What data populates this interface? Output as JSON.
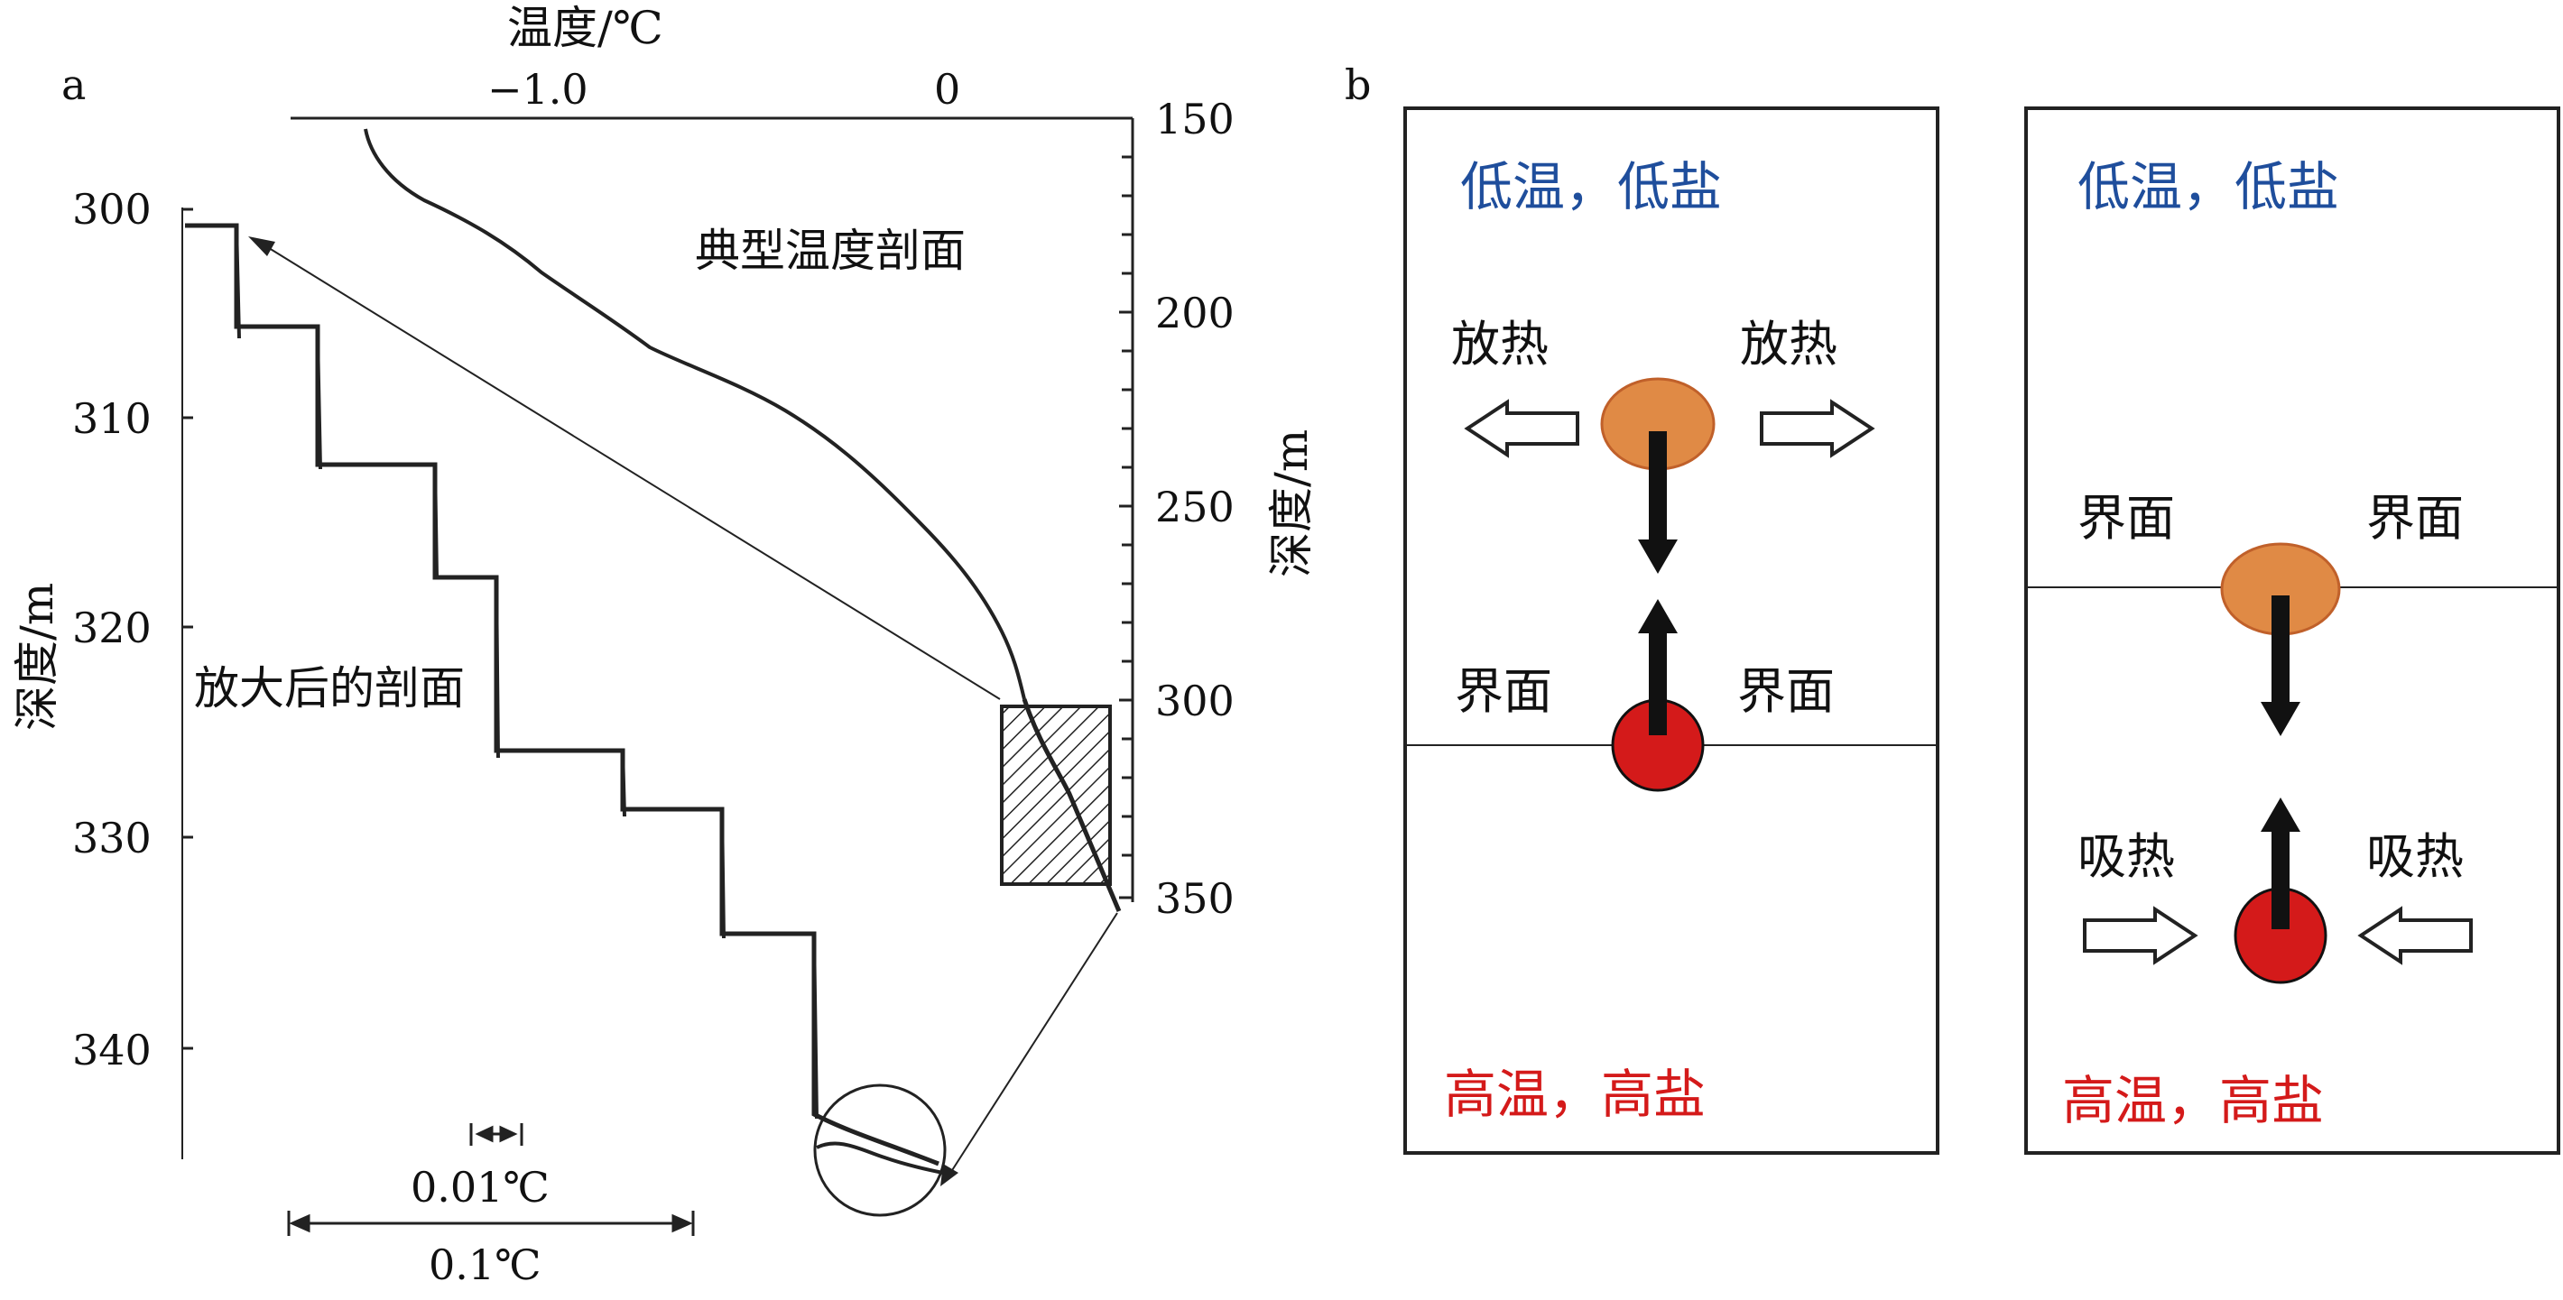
{
  "panel_a": {
    "label": "a",
    "top_axis_title": "温度/℃",
    "top_ticks": [
      "−1.0",
      "0"
    ],
    "left_axis_title": "深度/m",
    "left_ticks": [
      "300",
      "310",
      "320",
      "330",
      "340"
    ],
    "right_axis_title": "深度/m",
    "right_ticks": [
      "150",
      "200",
      "250",
      "300",
      "350"
    ],
    "typical_profile_label": "典型温度剖面",
    "zoomed_profile_label": "放大后的剖面",
    "scale_small": "0.01℃",
    "scale_large": "0.1℃"
  },
  "panel_b": {
    "label": "b",
    "left_box": {
      "top_text": "低温，低盐",
      "release_left": "放热",
      "release_right": "放热",
      "interface_left": "界面",
      "interface_right": "界面",
      "bottom_text": "高温，高盐"
    },
    "right_box": {
      "top_text": "低温，低盐",
      "interface_left": "界面",
      "interface_right": "界面",
      "absorb_left": "吸热",
      "absorb_right": "吸热",
      "bottom_text": "高温，高盐"
    },
    "colors": {
      "cold_text": "#1f4e9c",
      "warm_text": "#d41a1a",
      "orange_blob": "#e08a45",
      "red_blob": "#d41a1a"
    }
  }
}
